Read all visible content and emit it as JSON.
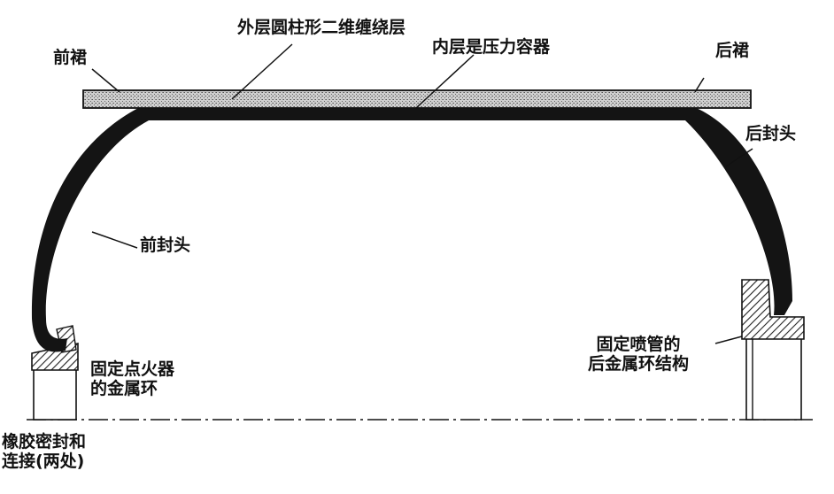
{
  "labels": {
    "front_skirt": "前裙",
    "outer_winding": "外层圆柱形二维缠绕层",
    "inner_vessel": "内层是压力容器",
    "rear_skirt": "后裙",
    "rear_head": "后封头",
    "front_head": "前封头",
    "igniter_ring_1": "固定点火器",
    "igniter_ring_2": "的金属环",
    "nozzle_ring_1": "固定喷管的",
    "nozzle_ring_2": "后金属环结构",
    "seal_1": "橡胶密封和",
    "seal_2": "连接(两处)"
  },
  "colors": {
    "wall": "#141414",
    "skirt_fill": "#b9b9b9",
    "ring_hatch": "#222222",
    "line": "#111111"
  }
}
